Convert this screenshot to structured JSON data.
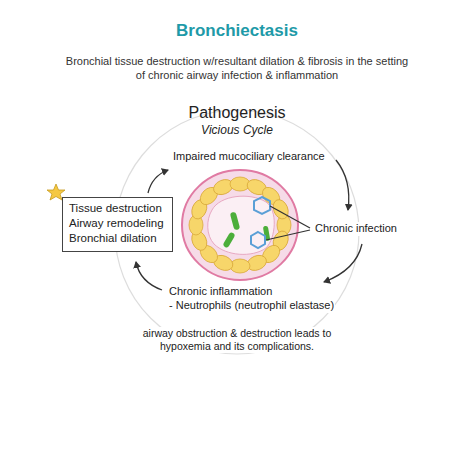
{
  "diagram": {
    "title": "Bronchiectasis",
    "nodes": [
      {
        "text": [
          "Tissue destruction",
          "Airway remodeling",
          "Bronchial dilation"
        ]
      }
    ],
    "labels": [
      "Bronchial tissue destruction w/resultant dilation & fibrosis in the setting of chronic airway infection & inflammation",
      "Pathogenesis",
      "Vicious Cycle",
      "Impaired mucociliary clearance",
      "Chronic infection",
      "Chronic inflammation",
      "- Neutrophils (neutrophil elastase)",
      "airway obstruction & destruction leads to hypoxemia and its complications."
    ]
  }
}
